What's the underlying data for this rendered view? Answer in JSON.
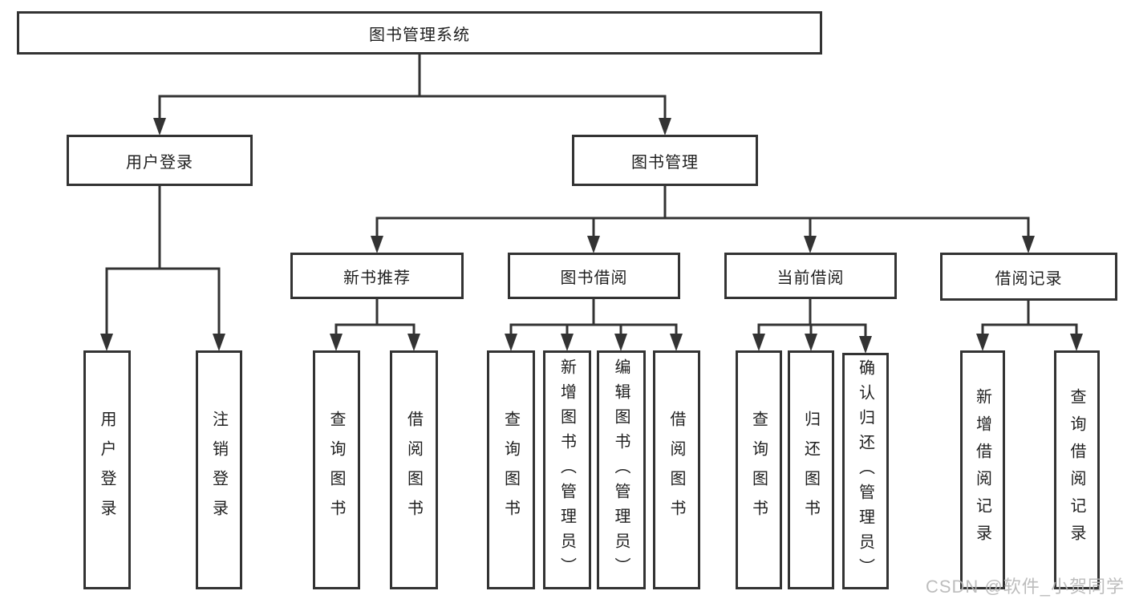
{
  "tree": {
    "root": "图书管理系统",
    "user_login": {
      "label": "用户登录",
      "children": [
        "用户登录",
        "注销登录"
      ]
    },
    "book_management": {
      "label": "图书管理",
      "sections": [
        {
          "label": "新书推荐",
          "children": [
            "查询图书",
            "借阅图书"
          ]
        },
        {
          "label": "图书借阅",
          "children": [
            "查询图书",
            "新增图书（管理员）",
            "编辑图书（管理员）",
            "借阅图书"
          ]
        },
        {
          "label": "当前借阅",
          "children": [
            "查询图书",
            "归还图书",
            "确认归还（管理员）"
          ]
        },
        {
          "label": "借阅记录",
          "children": [
            "新增借阅记录",
            "查询借阅记录"
          ]
        }
      ]
    }
  },
  "watermark": "CSDN @软件_小贺同学",
  "colors": {
    "line": "#333333",
    "text": "#1f1f1f",
    "watermark": "#b6b6b6",
    "background": "#ffffff"
  }
}
